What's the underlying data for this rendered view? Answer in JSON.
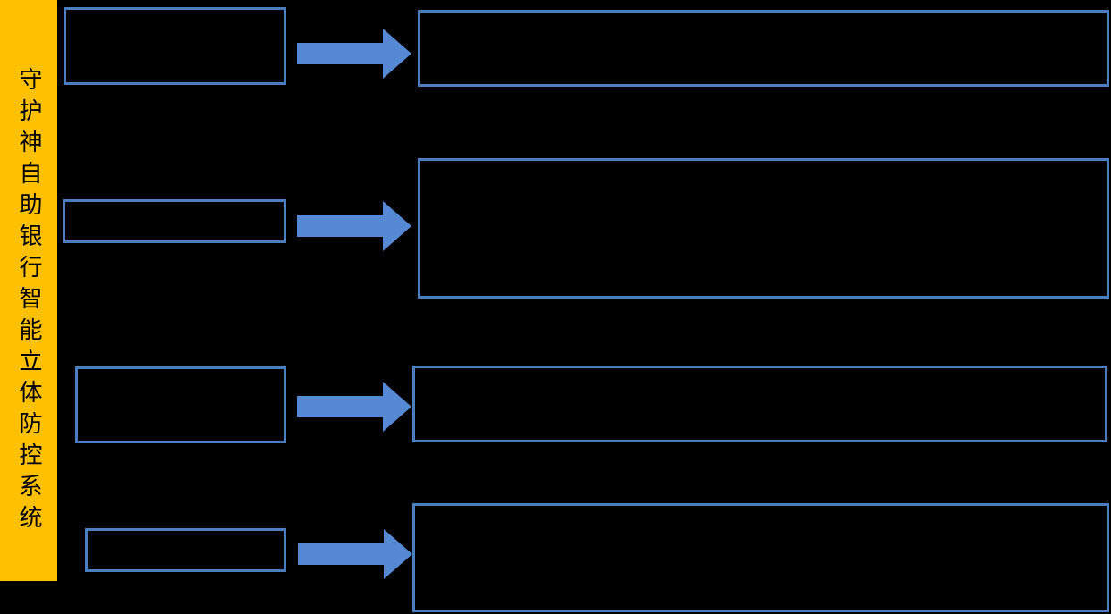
{
  "sidebar": {
    "title": "守护神自助银行智能立体防控系统"
  },
  "colors": {
    "background-black": "#000000",
    "bar-yellow": "#FFC000",
    "box-border-blue": "#4A7EBE",
    "arrow-blue": "#5689D3",
    "title-text-black": "#000000"
  },
  "diagram": {
    "rows": [
      {
        "id": "row-1",
        "small_box_label": "",
        "big_box_label": ""
      },
      {
        "id": "row-2",
        "small_box_label": "",
        "big_box_label": ""
      },
      {
        "id": "row-3",
        "small_box_label": "",
        "big_box_label": ""
      },
      {
        "id": "row-4",
        "small_box_label": "",
        "big_box_label": ""
      }
    ]
  }
}
